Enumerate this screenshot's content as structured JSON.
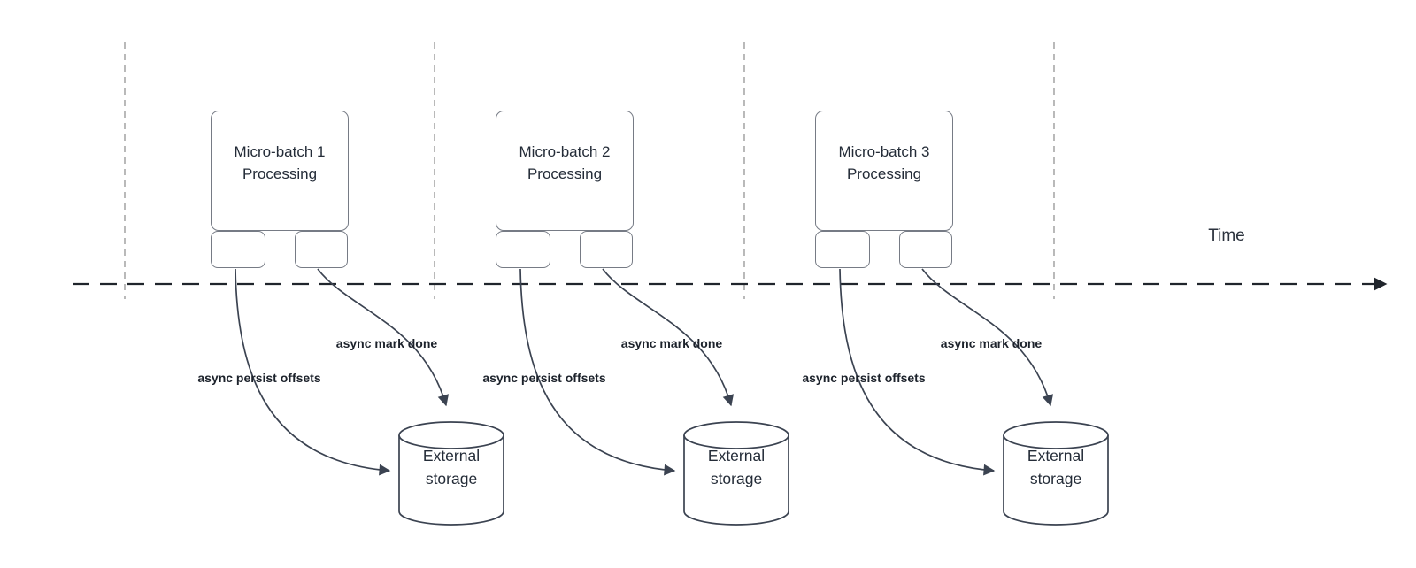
{
  "diagram": {
    "time_axis_label": "Time",
    "groups": [
      {
        "title_line1": "Micro-batch 1",
        "title_line2": "Processing",
        "persist_label": "async persist offsets",
        "markdone_label": "async mark done",
        "storage_line1": "External",
        "storage_line2": "storage"
      },
      {
        "title_line1": "Micro-batch 2",
        "title_line2": "Processing",
        "persist_label": "async persist offsets",
        "markdone_label": "async mark done",
        "storage_line1": "External",
        "storage_line2": "storage"
      },
      {
        "title_line1": "Micro-batch 3",
        "title_line2": "Processing",
        "persist_label": "async persist offsets",
        "markdone_label": "async mark done",
        "storage_line1": "External",
        "storage_line2": "storage"
      }
    ],
    "colors": {
      "curve_stroke": "#3b4351",
      "timeline_stroke": "#20252c",
      "guide_stroke": "#a8a8a8",
      "box_border": "#767b85",
      "text": "#242c38"
    }
  }
}
